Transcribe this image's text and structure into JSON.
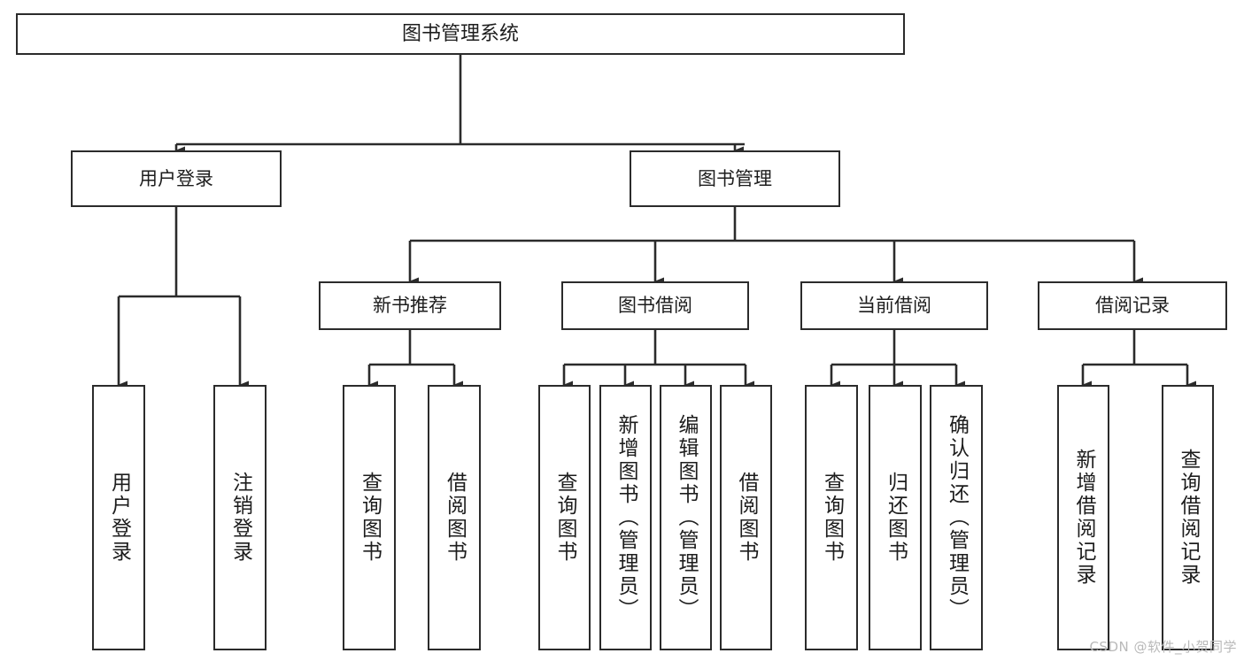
{
  "diagram": {
    "title": "图书管理系统",
    "type": "hierarchy-tree",
    "orientation": "top-down",
    "line_color": "#2b2b2b",
    "box_fill": "#ffffff",
    "text_color": "#1d1d1d",
    "watermark": "CSDN @软件_小贺同学",
    "nodes": {
      "root": {
        "label": "图书管理系统",
        "level": 0
      },
      "l1": [
        {
          "id": "user-login",
          "label": "用户登录",
          "level": 1
        },
        {
          "id": "book-manage",
          "label": "图书管理",
          "level": 1
        }
      ],
      "l2": [
        {
          "id": "new-book-rec",
          "label": "新书推荐",
          "level": 2,
          "parent": "book-manage"
        },
        {
          "id": "book-borrow",
          "label": "图书借阅",
          "level": 2,
          "parent": "book-manage"
        },
        {
          "id": "current-borrow",
          "label": "当前借阅",
          "level": 2,
          "parent": "book-manage"
        },
        {
          "id": "borrow-record",
          "label": "借阅记录",
          "level": 2,
          "parent": "book-manage"
        }
      ],
      "leaves": {
        "user_login": [
          {
            "id": "leaf-user-login",
            "label": "用户登录"
          },
          {
            "id": "leaf-logout",
            "label": "注销登录"
          }
        ],
        "new_book_rec": [
          {
            "id": "leaf-query-book-1",
            "label": "查询图书"
          },
          {
            "id": "leaf-borrow-book-1",
            "label": "借阅图书"
          }
        ],
        "book_borrow": [
          {
            "id": "leaf-query-book-2",
            "label": "查询图书"
          },
          {
            "id": "leaf-add-book",
            "label": "新增图书（管理员）"
          },
          {
            "id": "leaf-edit-book",
            "label": "编辑图书（管理员）"
          },
          {
            "id": "leaf-borrow-book-2",
            "label": "借阅图书"
          }
        ],
        "current_borrow": [
          {
            "id": "leaf-query-book-3",
            "label": "查询图书"
          },
          {
            "id": "leaf-return-book",
            "label": "归还图书"
          },
          {
            "id": "leaf-confirm-return",
            "label": "确认归还（管理员）"
          }
        ],
        "borrow_record": [
          {
            "id": "leaf-add-record",
            "label": "新增借阅记录"
          },
          {
            "id": "leaf-query-record",
            "label": "查询借阅记录"
          }
        ]
      }
    }
  }
}
